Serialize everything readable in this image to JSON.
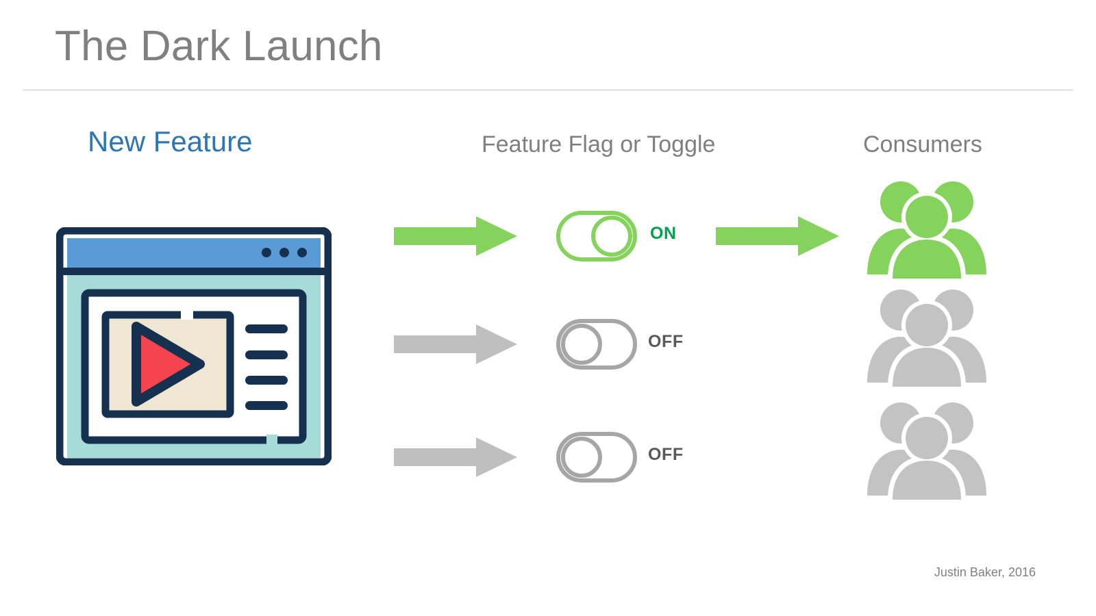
{
  "slide": {
    "title": "The Dark Launch",
    "attribution": "Justin Baker, 2016"
  },
  "columns": {
    "left_label": "New Feature",
    "center_label": "Feature Flag or Toggle",
    "right_label": "Consumers"
  },
  "rows": [
    {
      "id": "row-1",
      "toggle_state": "ON",
      "toggle_label": "ON",
      "inbound_arrow": "green",
      "outbound_arrow": "green",
      "consumers_state": "active"
    },
    {
      "id": "row-2",
      "toggle_state": "OFF",
      "toggle_label": "OFF",
      "inbound_arrow": "gray",
      "outbound_arrow": "none",
      "consumers_state": "inactive"
    },
    {
      "id": "row-3",
      "toggle_state": "OFF",
      "toggle_label": "OFF",
      "inbound_arrow": "gray",
      "outbound_arrow": "none",
      "consumers_state": "inactive"
    }
  ],
  "icons": {
    "feature": "browser-video-window-icon",
    "toggle_on": "toggle-switch-on-icon",
    "toggle_off": "toggle-switch-off-icon",
    "people": "people-group-icon",
    "arrow": "arrow-right-icon",
    "play": "play-triangle-icon"
  },
  "colors": {
    "title_gray": "#808080",
    "accent_blue": "#2E75B6",
    "label_gray": "#7F7F7F",
    "green_bright": "#85D35C",
    "green_on_text": "#00A14B",
    "gray_inactive": "#BFBFBF",
    "gray_people": "#C3C3C3",
    "off_text": "#595959",
    "navy": "#16304F",
    "browser_bar_blue": "#5B9BD5",
    "browser_body_teal": "#A7DBD8",
    "thumb_beige": "#EFE6D4",
    "play_red": "#F4454F",
    "rule_gray": "#c8c8c8"
  }
}
